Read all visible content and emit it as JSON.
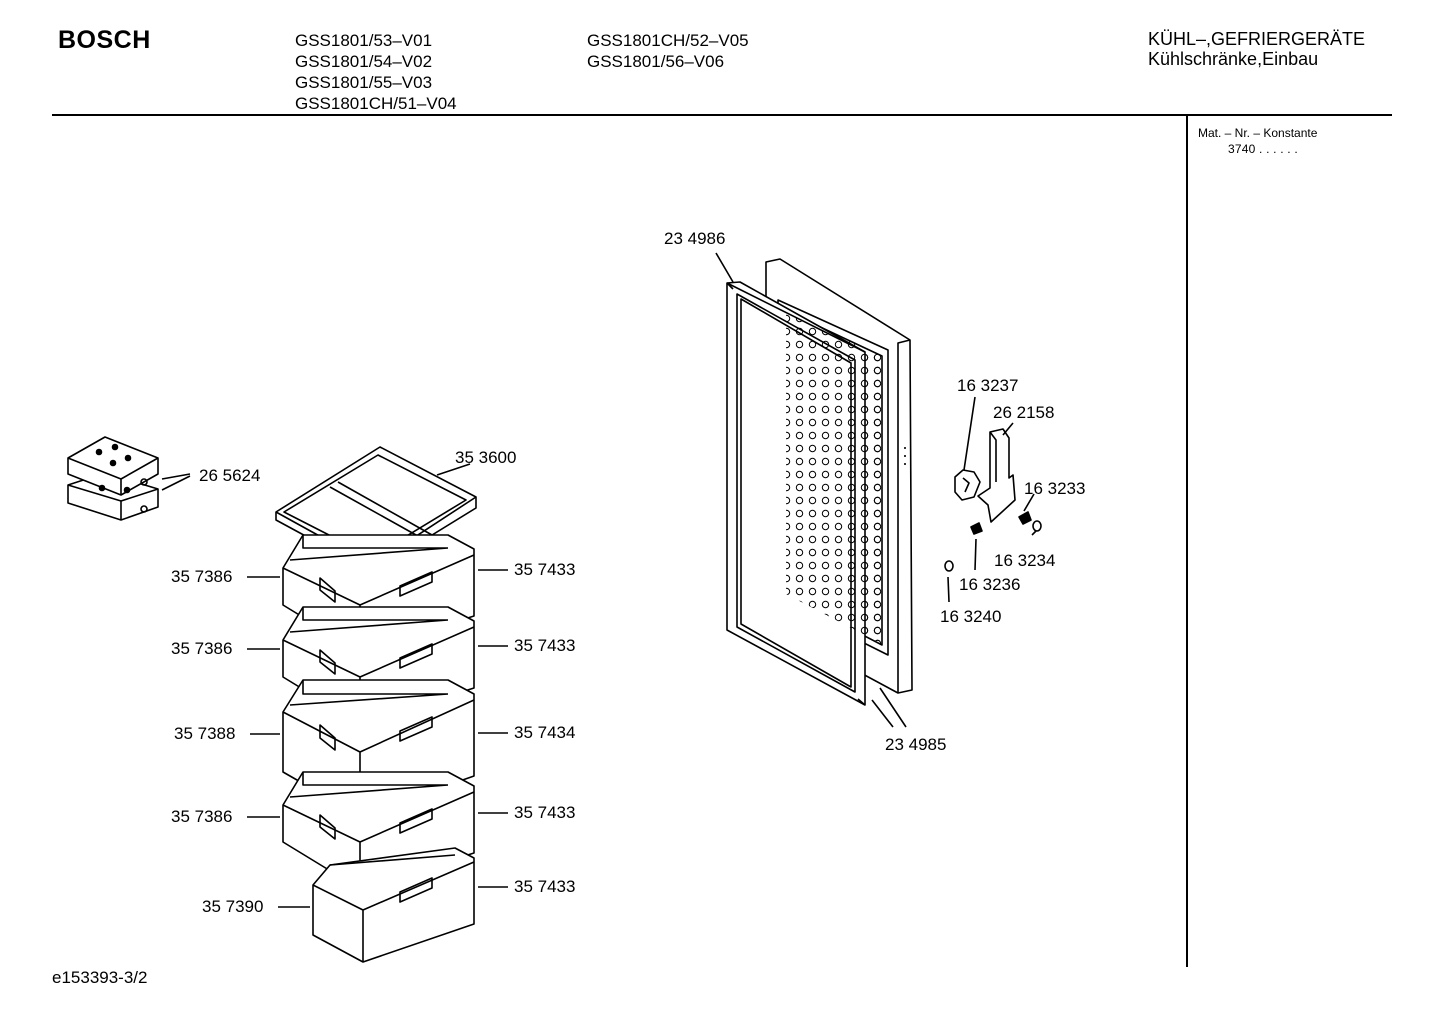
{
  "header": {
    "brand": "BOSCH",
    "models_col1": [
      "GSS1801/53–V01",
      "GSS1801/54–V02",
      "GSS1801/55–V03",
      "GSS1801CH/51–V04"
    ],
    "models_col2": [
      "GSS1801CH/52–V05",
      "GSS1801/56–V06"
    ],
    "category": "KÜHL–,GEFRIERGERÄTE",
    "subcategory": "Kühlschränke,Einbau"
  },
  "side_panel": {
    "mat_label": "Mat. – Nr. – Konstante",
    "mat_value": "3740 . . . . . ."
  },
  "parts": {
    "p265624": "26 5624",
    "p353600": "35 3600",
    "p357386a": "35 7386",
    "p357433a": "35 7433",
    "p357386b": "35 7386",
    "p357433b": "35 7433",
    "p357388": "35 7388",
    "p357434": "35 7434",
    "p357386c": "35 7386",
    "p357433c": "35 7433",
    "p357390": "35 7390",
    "p357433d": "35 7433",
    "p234986": "23 4986",
    "p234985": "23 4985",
    "p163237": "16 3237",
    "p262158": "26 2158",
    "p163233": "16 3233",
    "p163234": "16 3234",
    "p163236": "16 3236",
    "p163240": "16 3240"
  },
  "footer": {
    "drawing_id": "e153393-3/2"
  }
}
